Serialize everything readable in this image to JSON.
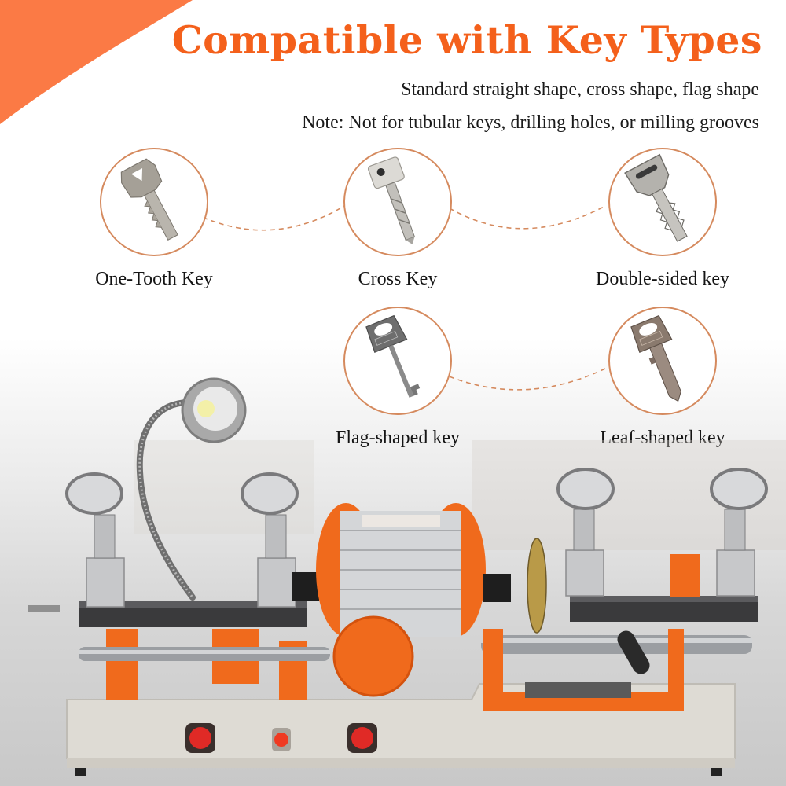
{
  "header": {
    "title": "Compatible with Key Types",
    "subtitle": "Standard straight shape, cross shape, flag shape",
    "note": "Note: Not for tubular keys, drilling holes, or milling grooves"
  },
  "colors": {
    "accent": "#f4601b",
    "corner": "#fb7a45",
    "circle_border": "#d58a5e",
    "machine_orange": "#f06a1c",
    "base_gray": "#dedbd4"
  },
  "key_types": [
    {
      "label": "One-Tooth Key",
      "icon": "one-tooth-key-icon"
    },
    {
      "label": "Cross Key",
      "icon": "cross-key-icon"
    },
    {
      "label": "Double-sided key",
      "icon": "double-sided-key-icon"
    },
    {
      "label": "Flag-shaped key",
      "icon": "flag-shaped-key-icon"
    },
    {
      "label": "Leaf-shaped key",
      "icon": "leaf-shaped-key-icon"
    }
  ],
  "product": {
    "name": "key-cutting-machine",
    "switches": 2,
    "indicator_lights": 1
  }
}
